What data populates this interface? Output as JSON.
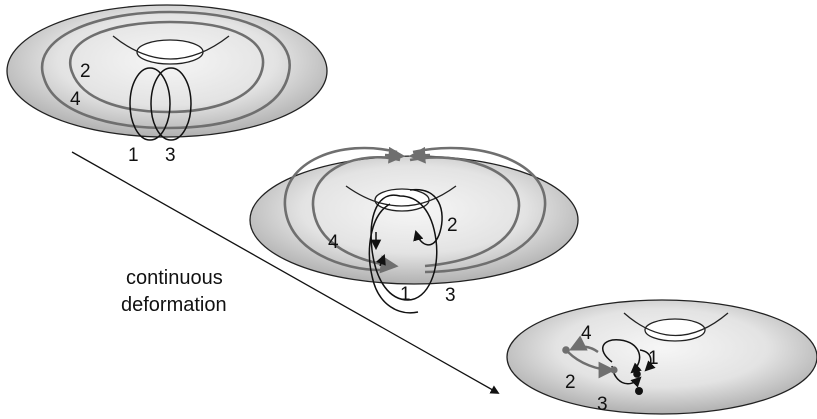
{
  "caption": {
    "line1": "continuous",
    "line2": "deformation"
  },
  "stages": [
    {
      "labels": {
        "a": "1",
        "b": "3",
        "c": "2",
        "d": "4"
      }
    },
    {
      "labels": {
        "a": "1",
        "b": "3",
        "c": "2",
        "d": "4"
      }
    },
    {
      "labels": {
        "a": "1",
        "b": "3",
        "c": "2",
        "d": "4"
      }
    }
  ],
  "colors": {
    "torus_light": "#f4f4f4",
    "torus_dark": "#a9a9a9",
    "loop_gray": "#6f6f6f",
    "loop_black": "#111111"
  }
}
